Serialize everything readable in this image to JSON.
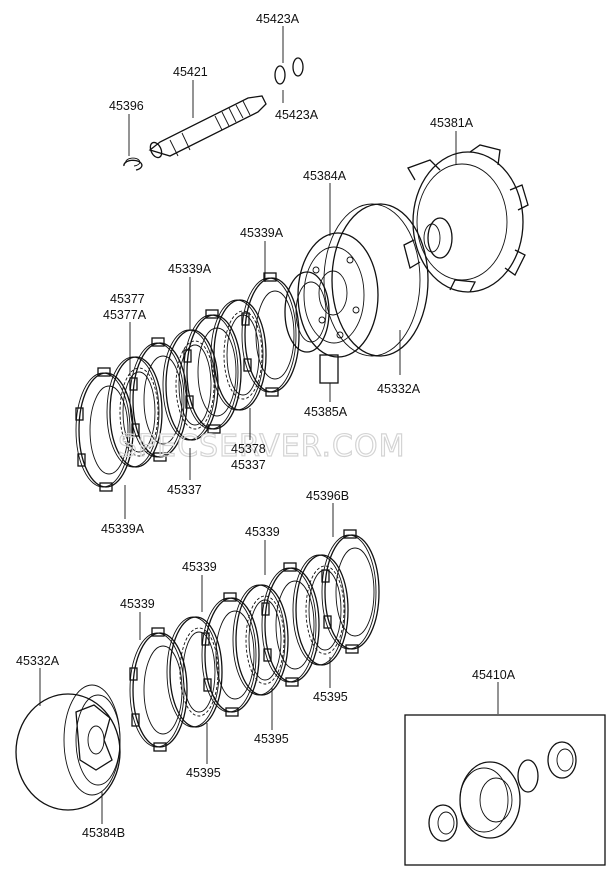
{
  "labels": {
    "l_45423A_top": "45423A",
    "l_45421": "45421",
    "l_45423A_mid": "45423A",
    "l_45396": "45396",
    "l_45381A": "45381A",
    "l_45384A": "45384A",
    "l_45339A_r": "45339A",
    "l_45339A_m": "45339A",
    "l_45377": "45377",
    "l_45377A": "45377A",
    "l_45332A_r": "45332A",
    "l_45385A": "45385A",
    "l_45378": "45378",
    "l_45337_r": "45337",
    "l_45337_l": "45337",
    "l_45339A_b": "45339A",
    "l_45396B": "45396B",
    "l_45339_r": "45339",
    "l_45339_m": "45339",
    "l_45339_l": "45339",
    "l_45332A_l": "45332A",
    "l_45395_r": "45395",
    "l_45395_m": "45395",
    "l_45395_l": "45395",
    "l_45384B": "45384B",
    "l_45410A": "45410A"
  },
  "watermark": "SPECSERVER.COM"
}
